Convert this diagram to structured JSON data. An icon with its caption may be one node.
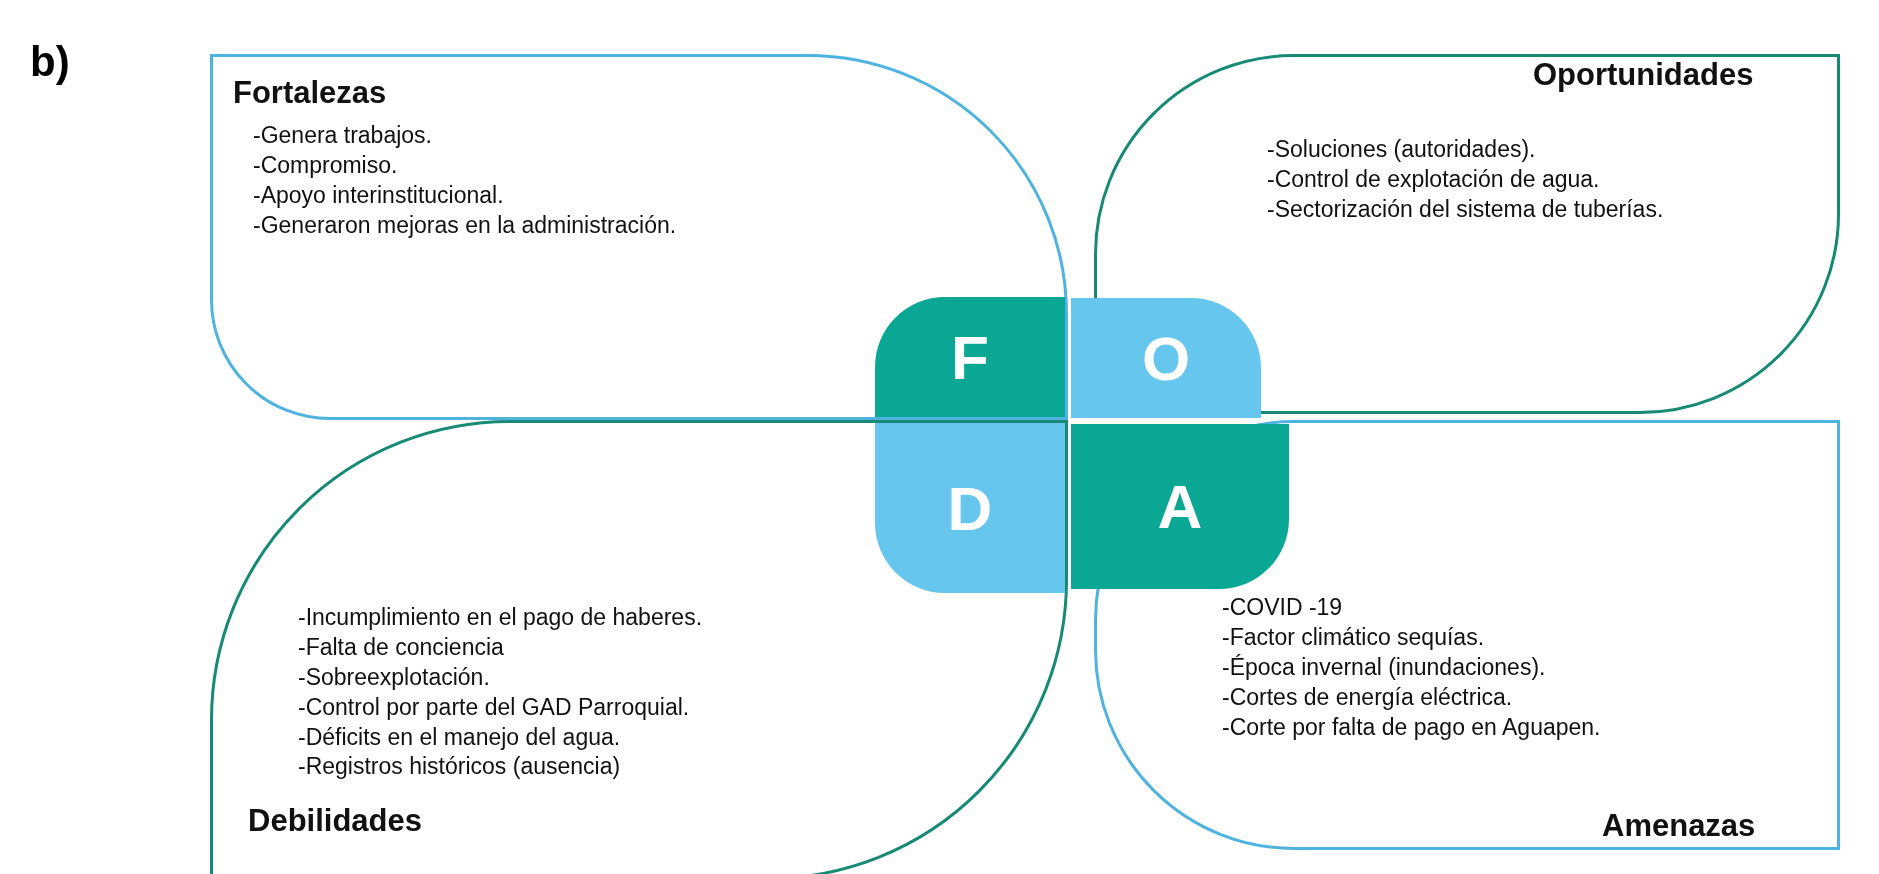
{
  "diagram": {
    "nodes": [
      {
        "text": [
          "Fortalezas",
          "-Genera trabajos.",
          "-Compromiso.",
          "-Apoyo interinstitucional.",
          "-Generaron mejoras en la administración."
        ]
      },
      {
        "text": [
          "Oportunidades",
          "-Soluciones (autoridades).",
          "-Control de explotación de agua.",
          "-Sectorización del sistema de tuberías."
        ]
      },
      {
        "text": [
          "-Incumplimiento en el pago de haberes.",
          "-Falta de conciencia",
          "-Sobreexplotación.",
          "-Control por parte del GAD Parroquial.",
          "-Déficits en el manejo del agua.",
          "-Registros históricos (ausencia)",
          "Debilidades"
        ]
      },
      {
        "text": [
          "-COVID -19",
          "-Factor climático sequías.",
          "-Época invernal (inundaciones).",
          "-Cortes de energía eléctrica.",
          "-Corte por falta de pago en Aguapen.",
          "Amenazas"
        ]
      },
      {
        "text": [
          "F"
        ],
        "in": 0
      },
      {
        "text": [
          "O"
        ]
      },
      {
        "text": [
          "D"
        ],
        "in": 2
      },
      {
        "text": [
          "A"
        ]
      }
    ],
    "labels": [
      "b)"
    ]
  }
}
